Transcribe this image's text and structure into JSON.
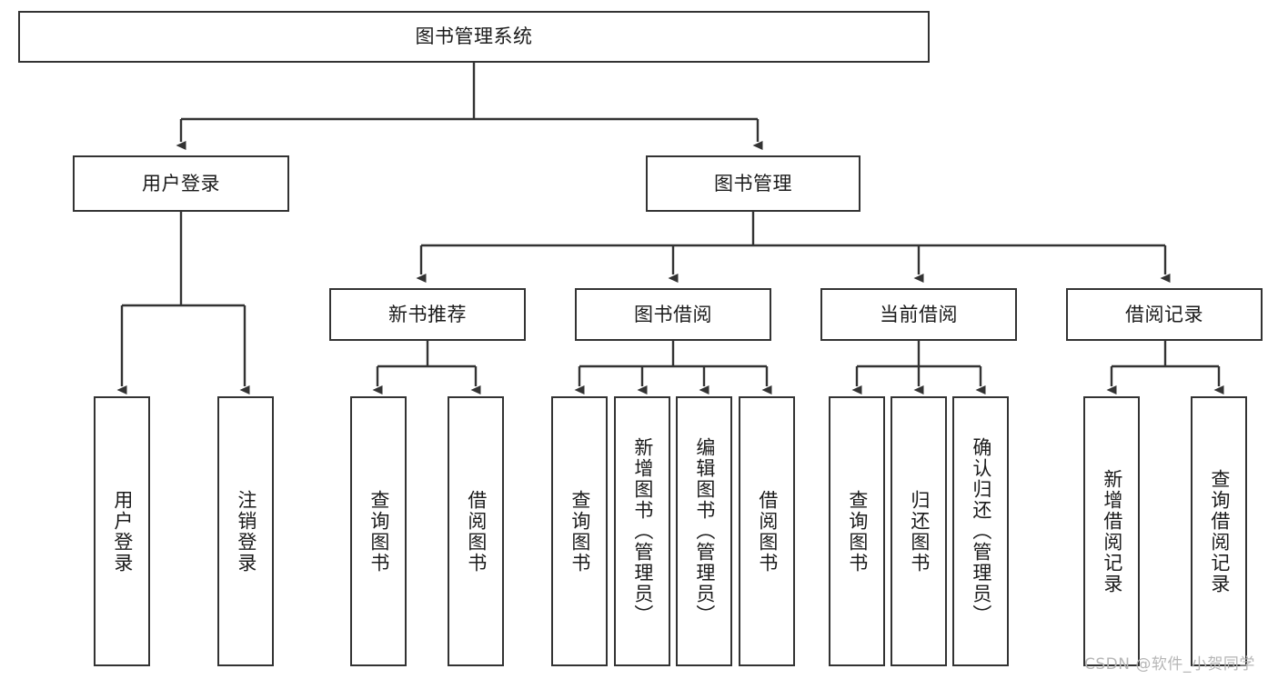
{
  "diagram": {
    "title": "图书管理系统",
    "type": "tree-hierarchy-diagram",
    "colors": {
      "box_border": "#333333",
      "box_fill": "#ffffff",
      "edge": "#333333",
      "text": "#1b1b1b",
      "watermark": "#b6b6b6",
      "background": "#ffffff"
    }
  },
  "root": {
    "label": "图书管理系统"
  },
  "level2": [
    {
      "label": "用户登录"
    },
    {
      "label": "图书管理"
    }
  ],
  "level3": [
    {
      "label": "新书推荐"
    },
    {
      "label": "图书借阅"
    },
    {
      "label": "当前借阅"
    },
    {
      "label": "借阅记录"
    }
  ],
  "leaves": {
    "user_login": [
      {
        "label": "用户登录"
      },
      {
        "label": "注销登录"
      }
    ],
    "new_book": [
      {
        "label": "查询图书"
      },
      {
        "label": "借阅图书"
      }
    ],
    "book_borrow": [
      {
        "label": "查询图书"
      },
      {
        "label": "新增图书（管理员）"
      },
      {
        "label": "编辑图书（管理员）"
      },
      {
        "label": "借阅图书"
      }
    ],
    "current_borrow": [
      {
        "label": "查询图书"
      },
      {
        "label": "归还图书"
      },
      {
        "label": "确认归还（管理员）"
      }
    ],
    "borrow_record": [
      {
        "label": "新增借阅记录"
      },
      {
        "label": "查询借阅记录"
      }
    ]
  },
  "watermark": {
    "text": "CSDN @软件_小贺同学"
  }
}
